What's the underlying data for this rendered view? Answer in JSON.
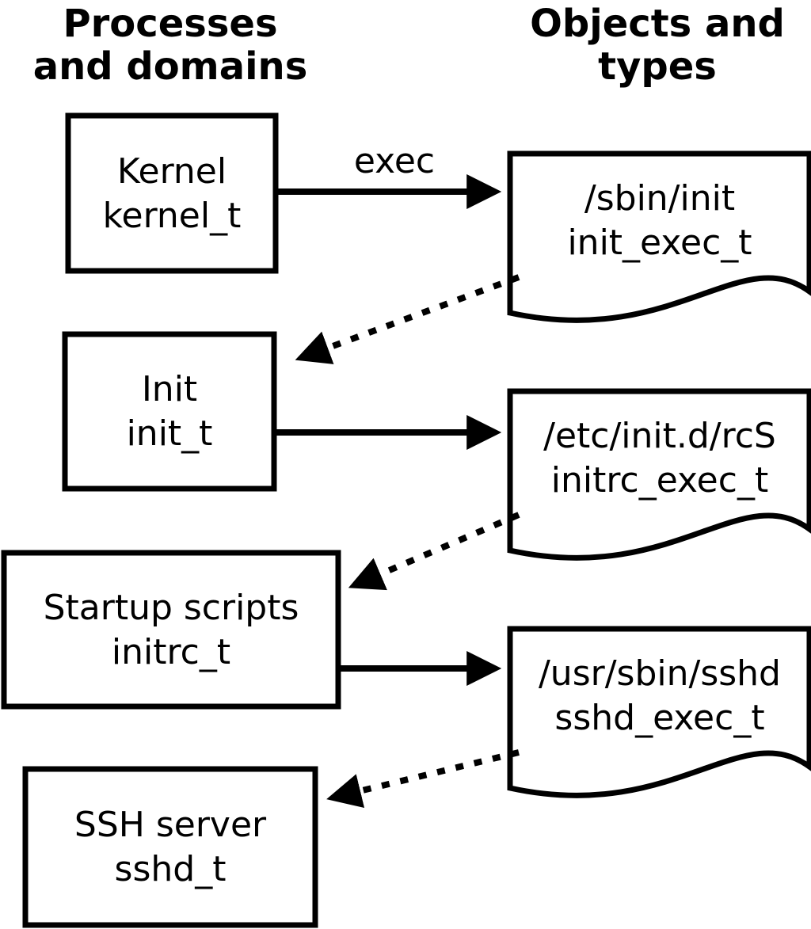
{
  "headers": {
    "left": {
      "line1": "Processes",
      "line2": "and domains"
    },
    "right": {
      "line1": "Objects and",
      "line2": "types"
    }
  },
  "process_boxes": [
    {
      "name": "kernel",
      "line1": "Kernel",
      "line2": "kernel_t"
    },
    {
      "name": "init",
      "line1": "Init",
      "line2": "init_t"
    },
    {
      "name": "startup-scripts",
      "line1": "Startup scripts",
      "line2": "initrc_t"
    },
    {
      "name": "ssh-server",
      "line1": "SSH server",
      "line2": "sshd_t"
    }
  ],
  "object_docs": [
    {
      "name": "sbin-init",
      "line1": "/sbin/init",
      "line2": "init_exec_t"
    },
    {
      "name": "etc-initd-rcs",
      "line1": "/etc/init.d/rcS",
      "line2": "initrc_exec_t"
    },
    {
      "name": "usr-sbin-sshd",
      "line1": "/usr/sbin/sshd",
      "line2": "sshd_exec_t"
    }
  ],
  "arrow_labels": {
    "exec": "exec"
  },
  "colors": {
    "stroke": "#000000",
    "fill": "#ffffff",
    "background": "#ffffff"
  }
}
